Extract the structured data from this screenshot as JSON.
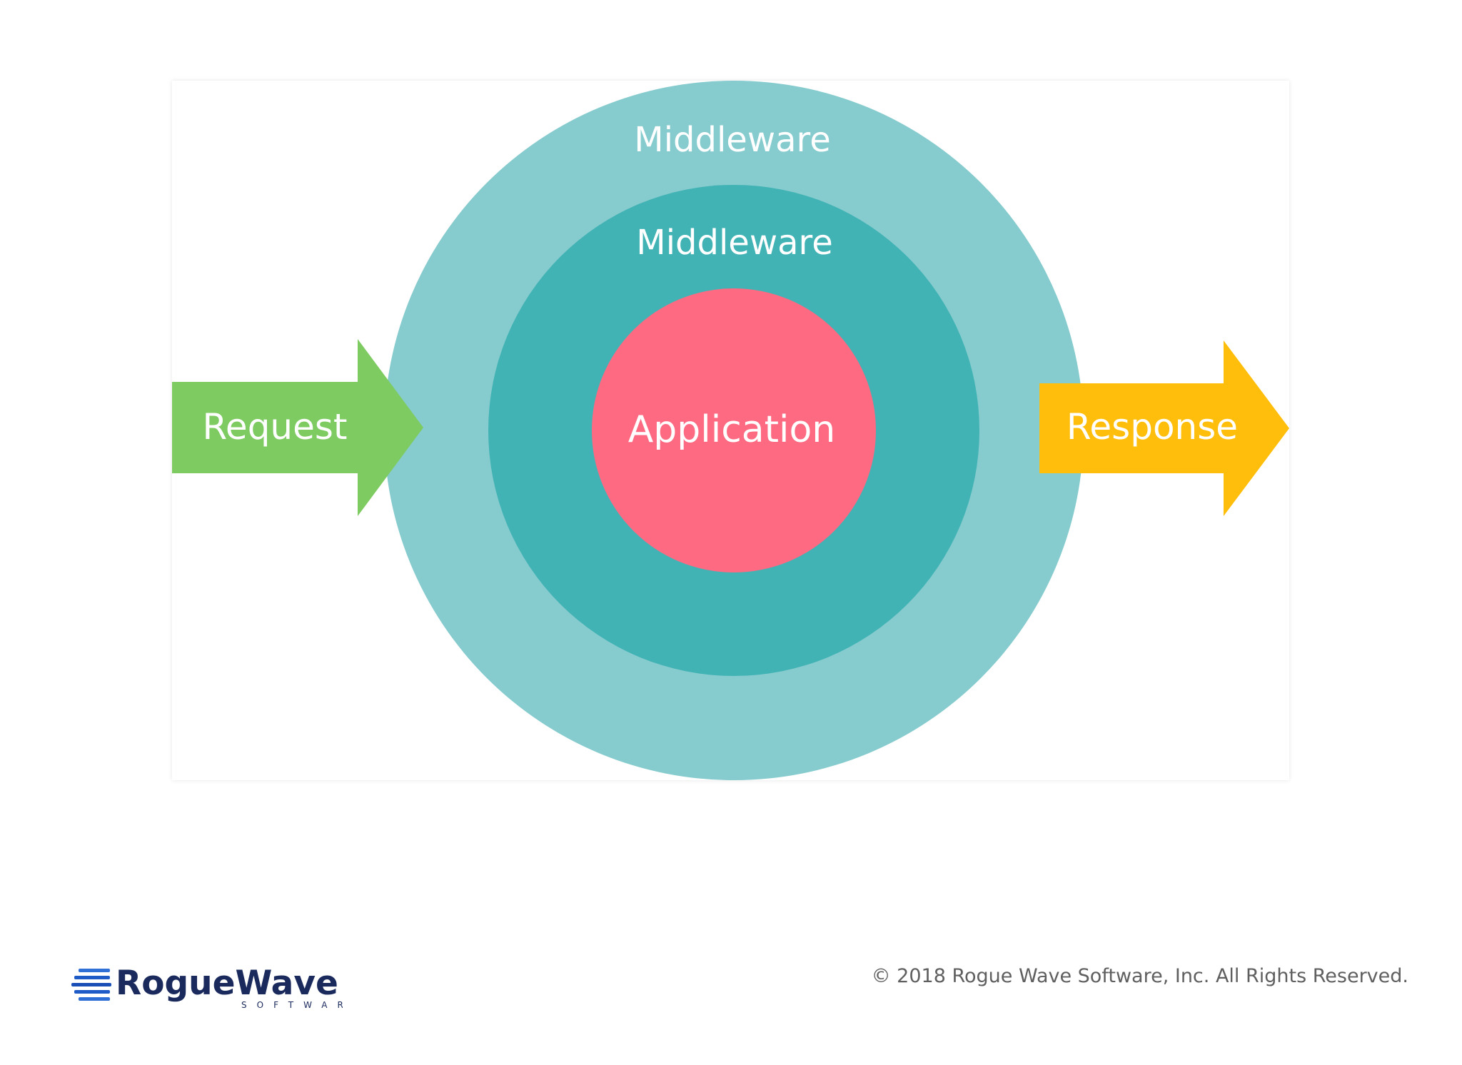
{
  "diagram": {
    "outer_ring_label": "Middleware",
    "inner_ring_label": "Middleware",
    "core_label": "Application",
    "input_arrow_label": "Request",
    "output_arrow_label": "Response",
    "colors": {
      "outer_ring": "#86cbce",
      "inner_ring": "#42b3b5",
      "core": "#fd6a82",
      "request_arrow": "#7ecb62",
      "response_arrow": "#ffbe0b",
      "label_text": "#ffffff"
    }
  },
  "footer": {
    "logo_name": "RogueWave",
    "logo_subtitle": "SOFTWARE",
    "copyright": "© 2018 Rogue Wave Software, Inc. All Rights Reserved."
  }
}
